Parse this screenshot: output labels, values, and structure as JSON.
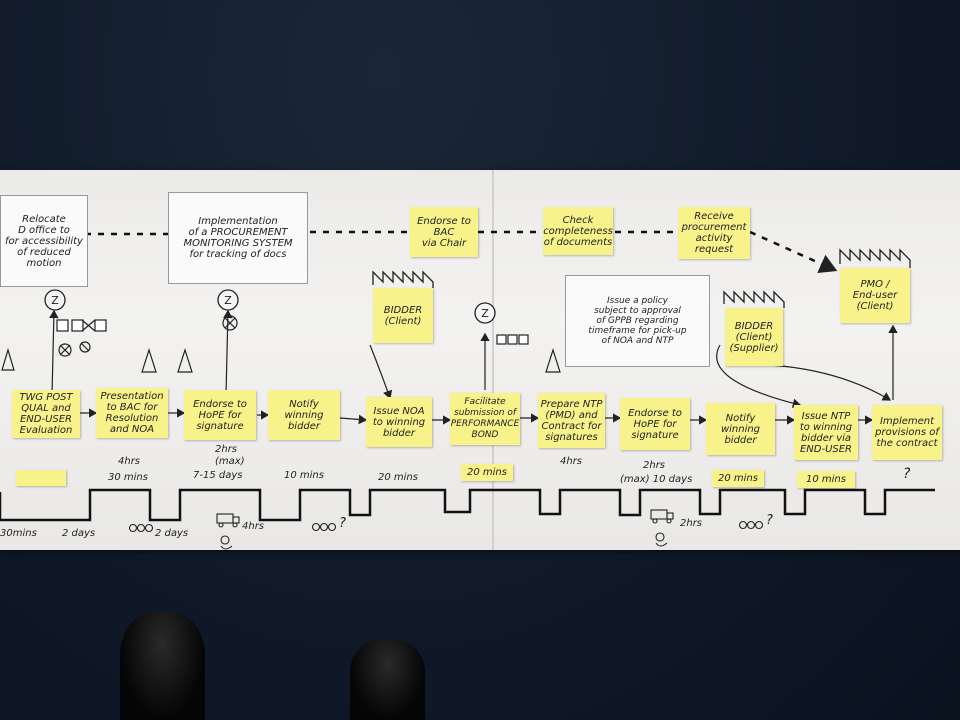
{
  "notes": [
    {
      "id": "twg",
      "text": "TWG POST\nQUAL and\nEND-USER\nEvaluation"
    },
    {
      "id": "presentation",
      "text": "Presentation\nto BAC for\nResolution\nand NOA"
    },
    {
      "id": "endorse-hope",
      "text": "Endorse to\nHoPE for\nsignature"
    },
    {
      "id": "notify1",
      "text": "Notify\nwinning\nbidder"
    },
    {
      "id": "issue-noa",
      "text": "Issue NOA\nto winning\nbidder"
    },
    {
      "id": "facilitate",
      "text": "Facilitate\nsubmission of\nPERFORMANCE\nBOND"
    },
    {
      "id": "prepare-ntp",
      "text": "Prepare NTP\n(PMD) and\nContract for\nsignatures"
    },
    {
      "id": "endorse-hope2",
      "text": "Endorse to\nHoPE for\nsignature"
    },
    {
      "id": "notify2",
      "text": "Notify\nwinning\nbidder"
    },
    {
      "id": "issue-ntp",
      "text": "Issue NTP\nto winning\nbidder via\nEND-USER"
    },
    {
      "id": "implement",
      "text": "Implement\nprovisions of\nthe contract"
    },
    {
      "id": "endorse-bac",
      "text": "Endorse to\nBAC\nvia Chair"
    },
    {
      "id": "check",
      "text": "Check\ncompleteness\nof documents"
    },
    {
      "id": "receive",
      "text": "Receive\nprocurement\nactivity\nrequest"
    },
    {
      "id": "bidder-client",
      "text": "BIDDER\n(Client)"
    },
    {
      "id": "bidder-supplier",
      "text": "BIDDER\n(Client)\n(Supplier)"
    },
    {
      "id": "pmo",
      "text": "PMO /\nEnd-user\n(Client)"
    }
  ],
  "cards": [
    {
      "id": "relocate",
      "text": "Relocate\nD office to\nfor accessibility\nof reduced motion"
    },
    {
      "id": "monitoring",
      "text": "Implementation\nof a PROCUREMENT\nMONITORING SYSTEM\nfor tracking of docs"
    },
    {
      "id": "policy",
      "text": "Issue a policy\nsubject to approval\nof GPPB regarding\ntimeframe for pick-up\nof NOA and NTP"
    }
  ],
  "timeline_top": {
    "t1": "4hrs",
    "t2": "30 mins",
    "t3": "2hrs",
    "t4": "(max)",
    "t5": "7-15 days",
    "t6": "10 mins",
    "t7": "20 mins",
    "t8": "20 mins",
    "t9": "4hrs",
    "t10": "2hrs",
    "t11": "(max) 10 days",
    "t12": "20 mins",
    "t13": "10 mins",
    "t14": "?"
  },
  "timeline_bottom": {
    "b1": "30mins",
    "b2": "2 days",
    "b3": "2 days",
    "b4": "4hrs",
    "b5": "?",
    "b6": "2hrs",
    "b7": "?"
  },
  "colors": {
    "sticky": "#f7f28a",
    "paper": "#efeeec",
    "carpet": "#101a29"
  }
}
